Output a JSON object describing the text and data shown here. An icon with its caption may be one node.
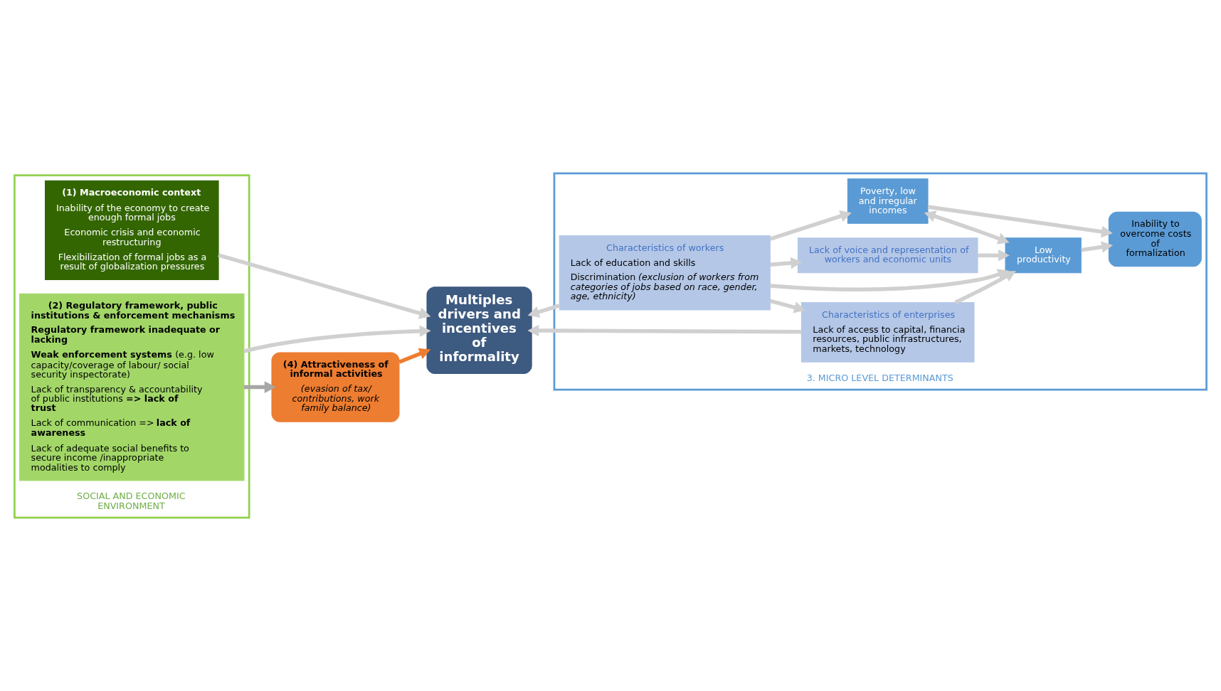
{
  "diagram": {
    "nodes": [
      {
        "text": [
          "SOCIAL AND ECONOMIC ENVIRONMENT"
        ]
      },
      {
        "text": [
          "(1) Macroeconomic context",
          "Inability of the economy to create enough formal jobs",
          "Economic crisis and  economic restructuring",
          "Flexibilization of formal jobs as a result of globalization pressures"
        ],
        "in": 0
      },
      {
        "text": [
          "(2) Regulatory framework, public institutions & enforcement mechanisms",
          "**Regulatory framework inadequate or lacking**",
          "**Weak enforcement systems** (e.g. low capacity/coverage of labour/ social security inspectorate)",
          "Lack of transparency & accountability of public institutions **=> lack of trust**",
          "Lack of communication => **lack of awareness**",
          "Lack of adequate social benefits to secure income /inappropriate modalities to comply"
        ],
        "in": 0
      },
      {
        "text": [
          "Multiples drivers and incentives of informality"
        ]
      },
      {
        "text": [
          "(4) Attractiveness of informal activities",
          "(evasion of tax/ contributions, work family balance)"
        ]
      },
      {
        "text": [
          "3. MICRO LEVEL DETERMINANTS"
        ]
      },
      {
        "text": [
          "Characteristics of workers",
          "Lack of education and skills",
          "Discrimination *(exclusion of workers from categories of jobs based on race, gender, age, ethnicity)*"
        ],
        "in": 5
      },
      {
        "text": [
          "Poverty, low and irregular incomes"
        ],
        "in": 5
      },
      {
        "text": [
          "Low productivity"
        ],
        "in": 5
      },
      {
        "text": [
          "Inability to overcome costs of formalization"
        ],
        "in": 5
      },
      {
        "text": [
          "Characteristics of enterprises",
          "Lack of access to capital, financia resources, public infrastructures, markets, technology"
        ],
        "in": 5
      },
      {
        "text": [
          "Lack of voice and representation of workers and economic units"
        ],
        "in": 5
      }
    ],
    "edges": [
      {
        "from": 1,
        "to": 3,
        "arrow": "to"
      },
      {
        "from": 6,
        "to": 3,
        "arrow": "to"
      },
      {
        "from": 2,
        "to": 4,
        "arrow": "to",
        "color": "#a6a6a6"
      },
      {
        "from": 2,
        "to": 3,
        "arrow": "to"
      },
      {
        "from": 4,
        "to": 3,
        "arrow": "to",
        "color": "#ed7d31"
      },
      {
        "from": 10,
        "to": 3,
        "arrow": "to"
      },
      {
        "from": 6,
        "to": 7,
        "arrow": "to"
      },
      {
        "from": 6,
        "to": 8,
        "arrow": "to"
      },
      {
        "from": 7,
        "to": 8,
        "arrow": "both"
      },
      {
        "from": 7,
        "to": 9,
        "arrow": "to"
      },
      {
        "from": 8,
        "to": 9,
        "arrow": "to"
      },
      {
        "from": 10,
        "to": 8,
        "arrow": "to"
      },
      {
        "from": 11,
        "to": 8,
        "arrow": "to"
      },
      {
        "from": 6,
        "to": 10,
        "arrow": "to"
      },
      {
        "from": 6,
        "to": 11,
        "arrow": "to"
      }
    ]
  }
}
